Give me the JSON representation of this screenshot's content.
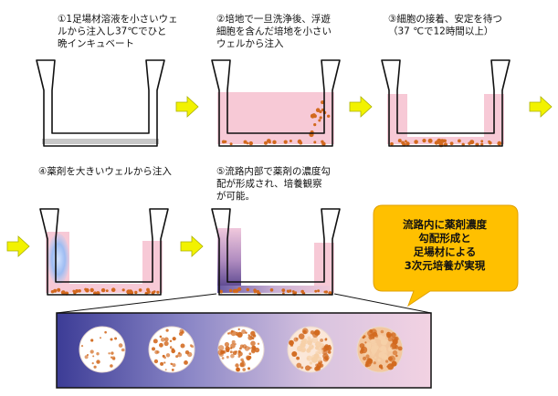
{
  "steps": [
    {
      "label_lines": [
        "①1足場材溶液を小さいウェ",
        "ルから注入し37℃でひと",
        "晩インキュベート"
      ]
    },
    {
      "label_lines": [
        "②培地で一旦洗浄後、浮遊",
        "細胞を含んだ培地を小さい",
        "ウェルから注入"
      ]
    },
    {
      "label_lines": [
        "③細胞の接着、安定を待つ",
        "（37 ℃で12時間以上）"
      ]
    },
    {
      "label_lines": [
        "④薬剤を大きいウェルから注入"
      ]
    },
    {
      "label_lines": [
        "⑤流路内部で薬剤の濃度勾",
        "配が形成され、培養観察",
        "が可能。"
      ]
    }
  ],
  "callout": {
    "lines": [
      "流路内に薬剤濃度",
      "勾配形成と",
      "足場材による",
      "3次元培養が実現"
    ]
  },
  "colors": {
    "arrow": "#f2f200",
    "arrow_stroke": "#aab000",
    "callout": "#ffc000",
    "medium_pink": "#f7c9d6",
    "cells": "#d2691e",
    "scaffold": "#c8c8c8",
    "drug_blue": "#8fb0ee",
    "gradient_dark": "#5a4690",
    "gradient_light": "#f0d2e0"
  },
  "spheroids": [
    {
      "density": 0.15
    },
    {
      "density": 0.35
    },
    {
      "density": 0.6
    },
    {
      "density": 0.8
    },
    {
      "density": 0.95
    }
  ]
}
